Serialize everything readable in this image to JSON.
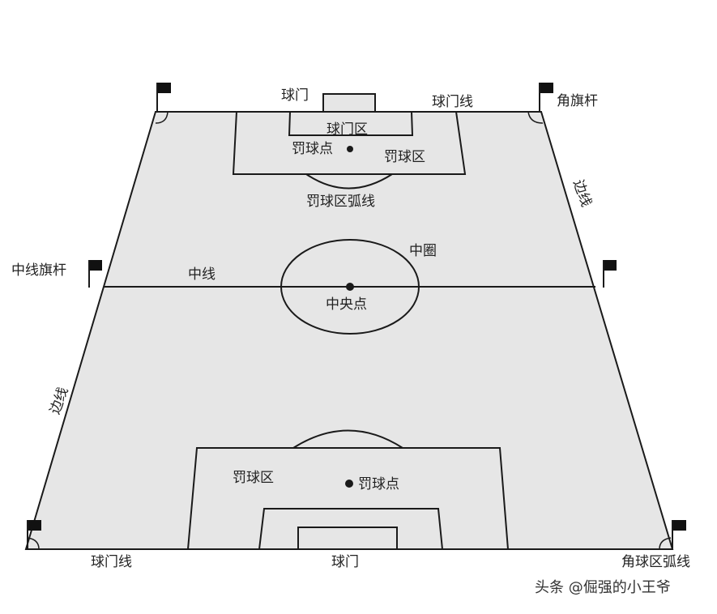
{
  "labels": {
    "goal_top": "球门",
    "goal_line_top": "球门线",
    "corner_flag": "角旗杆",
    "goal_area_top": "球门区",
    "penalty_spot_top": "罚球点",
    "penalty_area_top": "罚球区",
    "penalty_arc": "罚球区弧线",
    "touchline_right": "边线",
    "center_circle": "中圈",
    "halfway_flag": "中线旗杆",
    "halfway_line": "中线",
    "center_spot": "中央点",
    "touchline_left": "边线",
    "penalty_area_bottom": "罚球区",
    "penalty_spot_bottom": "罚球点",
    "goal_line_bottom": "球门线",
    "goal_bottom": "球门",
    "corner_arc": "角球区弧线"
  },
  "watermark": "头条 @倔强的小王爷",
  "colors": {
    "pitch": "#e6e6e6",
    "line": "#1a1a1a",
    "background": "#ffffff"
  }
}
